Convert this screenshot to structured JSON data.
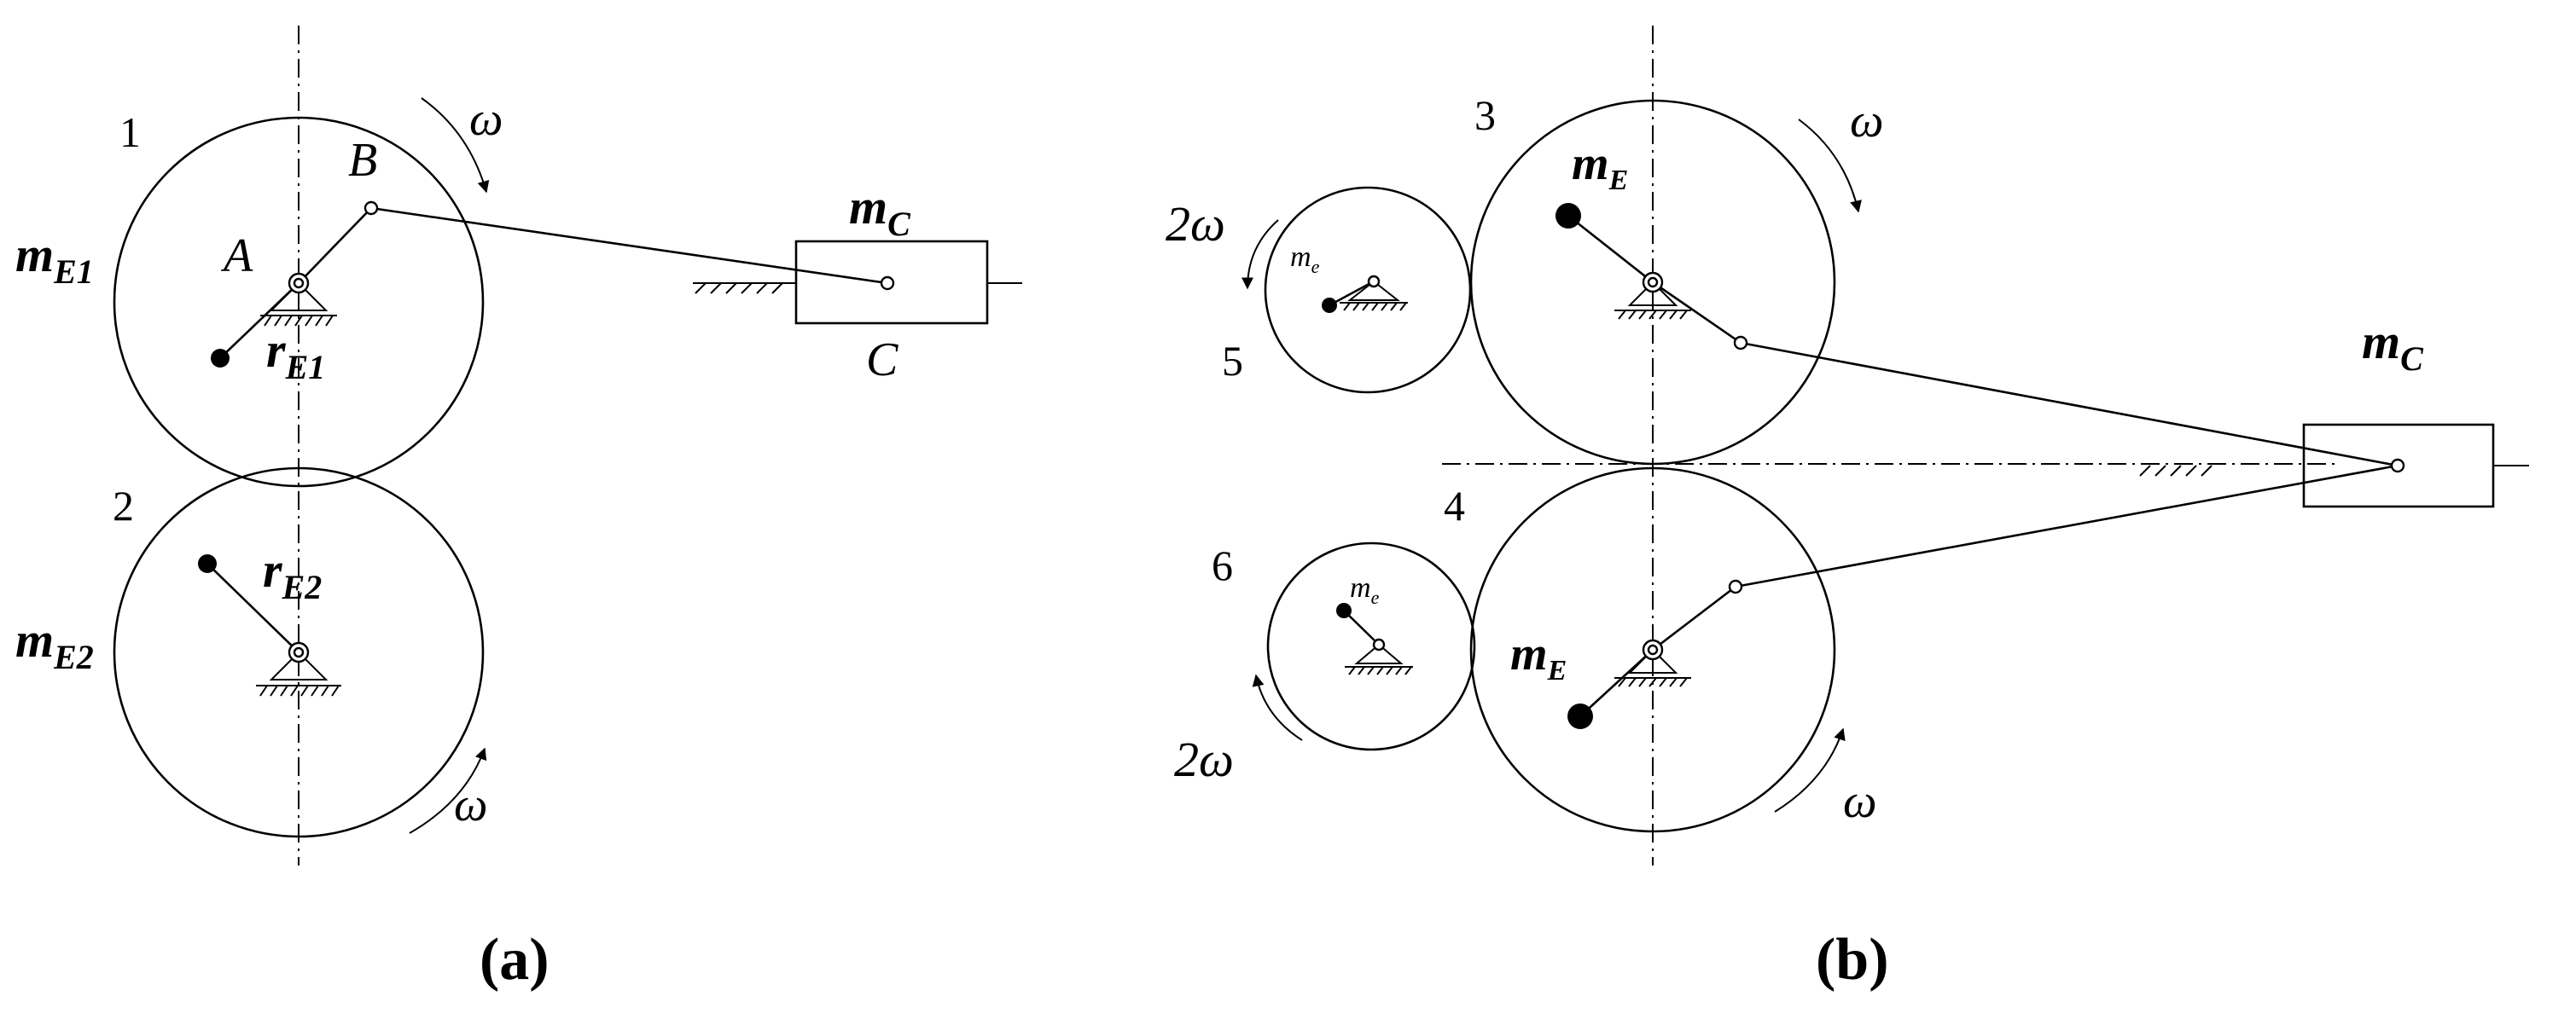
{
  "panel_a": {
    "caption": "(a)",
    "gear_1": "1",
    "gear_2": "2",
    "omega_top": "ω",
    "omega_bottom": "ω",
    "label_A": "A",
    "label_B": "B",
    "label_C": "C",
    "mass_c": {
      "main": "m",
      "sub": "C"
    },
    "mass_e1": {
      "main": "m",
      "sub": "E1"
    },
    "mass_e2": {
      "main": "m",
      "sub": "E2"
    },
    "radius_e1": {
      "main": "r",
      "sub": "E1"
    },
    "radius_e2": {
      "main": "r",
      "sub": "E2"
    }
  },
  "panel_b": {
    "caption": "(b)",
    "gear_3": "3",
    "gear_4": "4",
    "gear_5": "5",
    "gear_6": "6",
    "omega_3": "ω",
    "omega_4": "ω",
    "two_omega_5": "2ω",
    "two_omega_6": "2ω",
    "mass_c": {
      "main": "m",
      "sub": "C"
    },
    "mass_e_top": {
      "main": "m",
      "sub": "E"
    },
    "mass_e_bottom": {
      "main": "m",
      "sub": "E"
    },
    "mass_small_5": {
      "main": "m",
      "sub": "e"
    },
    "mass_small_6": {
      "main": "m",
      "sub": "e"
    }
  }
}
